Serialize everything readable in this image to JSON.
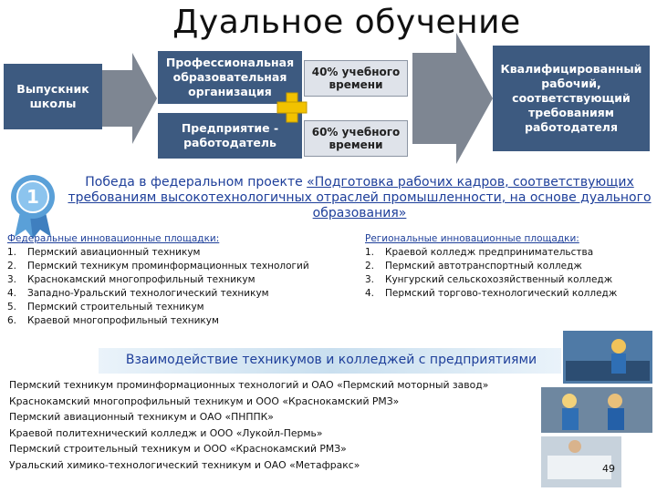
{
  "title": "Дуальное обучение",
  "school_box": "Выпускник школы",
  "edu_org": "Профессиональная образовательная организация",
  "employer": "Предприятие - работодатель",
  "share_top": "40% учебного времени",
  "share_bottom": "60% учебного времени",
  "result_box": "Квалифицированный рабочий, соответствующий требованиям работодателя",
  "victory": {
    "prefix": "Победа в федеральном проекте ",
    "project": "«Подготовка рабочих кадров, соответствующих требованиям высокотехнологичных отраслей промышленности, на основе дуального образования»",
    "badge_number": "1"
  },
  "federal": {
    "header": "Федеральные инновационные площадки:",
    "items": [
      {
        "n": "1.",
        "text": "Пермский авиационный техникум"
      },
      {
        "n": "2.",
        "text": "Пермский техникум проминформационных технологий"
      },
      {
        "n": "3.",
        "text": "Краснокамский многопрофильный техникум"
      },
      {
        "n": "4.",
        "text": "Западно-Уральский технологический техникум"
      },
      {
        "n": "5.",
        "text": "Пермский строительный техникум"
      },
      {
        "n": "6.",
        "text": "Краевой многопрофильный техникум"
      }
    ]
  },
  "regional": {
    "header": "Региональные инновационные площадки:",
    "items": [
      {
        "n": "1.",
        "text": "Краевой колледж предпринимательства"
      },
      {
        "n": "2.",
        "text": "Пермский автотранспортный колледж"
      },
      {
        "n": "3.",
        "text": "Кунгурский сельскохозяйственный колледж"
      },
      {
        "n": "4.",
        "text": "Пермский торгово-технологический колледж"
      }
    ]
  },
  "interaction_title": "Взаимодействие техникумов и колледжей с предприятиями",
  "partners": [
    "Пермский техникум проминформационных технологий и ОАО «Пермский моторный завод»",
    "Краснокамский многопрофильный техникум и ООО «Краснокамский РМЗ»",
    "Пермский авиационный техникум и ОАО «ПНППК»",
    "Краевой политехнический колледж и ООО «Лукойл-Пермь»",
    "Пермский строительный техникум и ООО «Краснокамский РМЗ»",
    "Уральский химико-технологический техникум и ОАО «Метафракс»"
  ],
  "page_number": "49",
  "colors": {
    "box": "#3d5a80",
    "tag": "#dfe3ea",
    "plus": "#f2c200",
    "arrow": "#7e8692",
    "link": "#1e3f9a",
    "band": "#c9dfef"
  }
}
